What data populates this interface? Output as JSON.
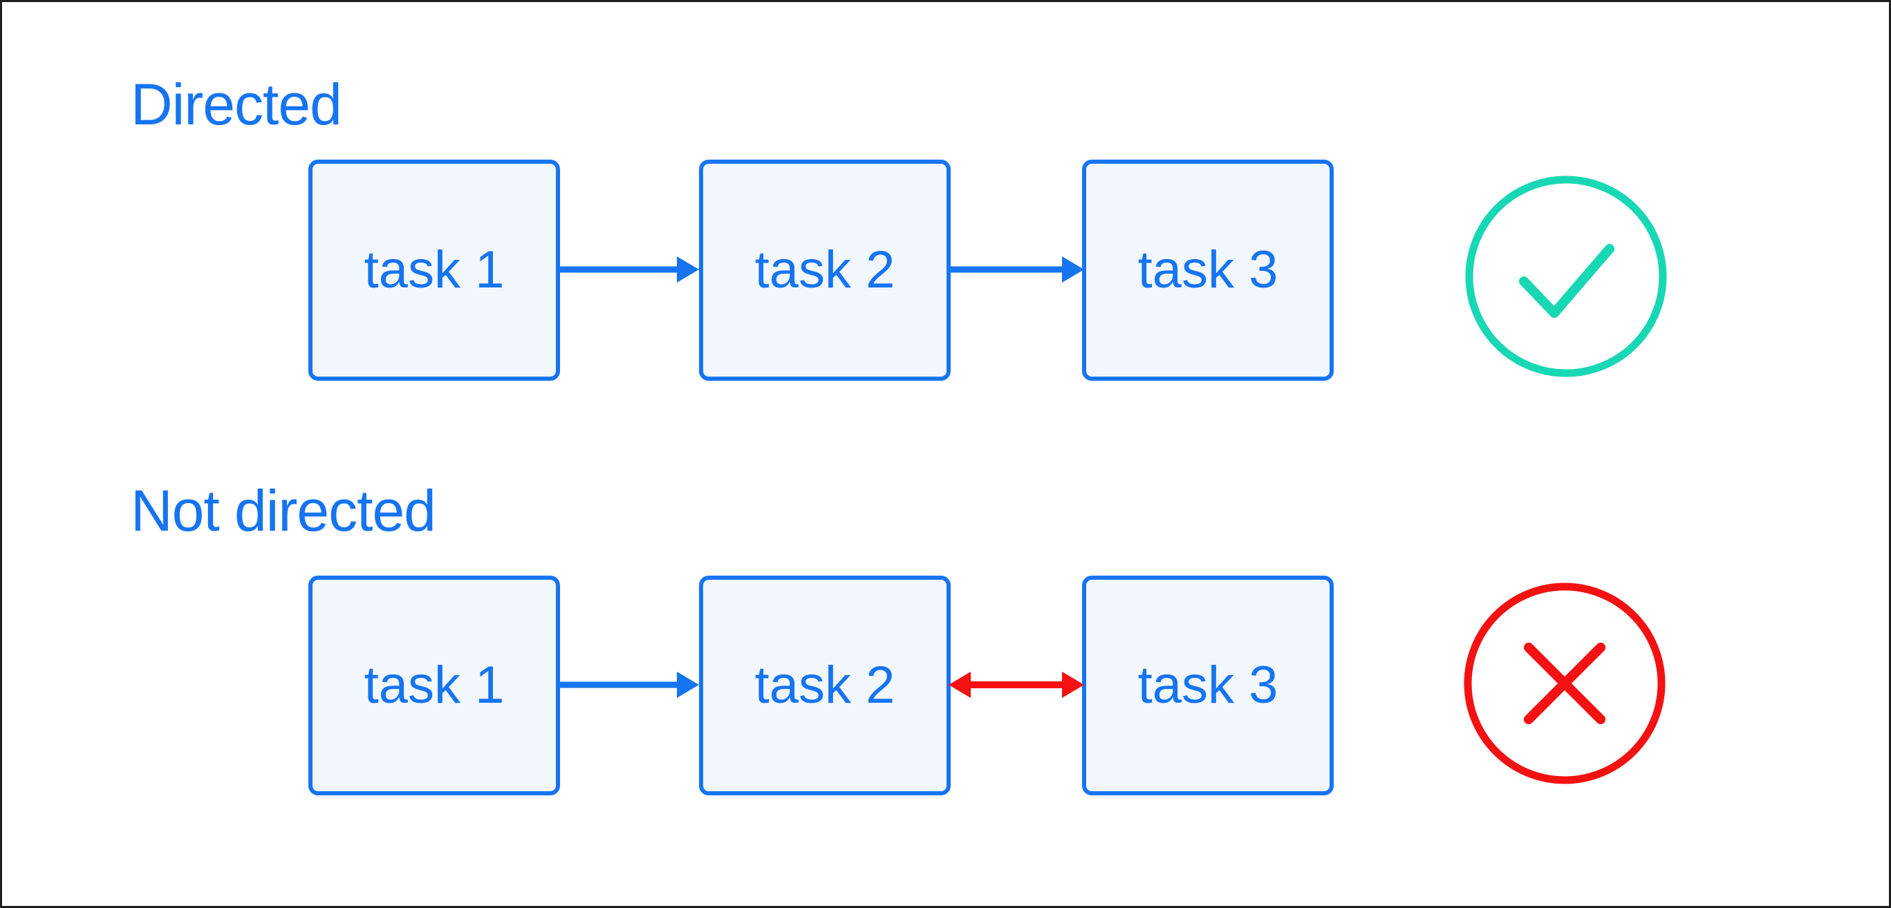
{
  "colors": {
    "blue": "#1674f1",
    "box_fill": "#f1f7fd",
    "teal": "#18d7b4",
    "red": "#f31111",
    "frame": "#1f1f1f",
    "canvas_bg": "#ffffff"
  },
  "sections": [
    {
      "label": "Directed",
      "nodes": [
        "task 1",
        "task 2",
        "task 3"
      ],
      "edges": [
        {
          "from": "task 1",
          "to": "task 2",
          "style": "directed",
          "color": "blue"
        },
        {
          "from": "task 2",
          "to": "task 3",
          "style": "directed",
          "color": "blue"
        }
      ],
      "verdict": "allowed",
      "verdict_icon": "check-circle-icon"
    },
    {
      "label": "Not directed",
      "nodes": [
        "task 1",
        "task 2",
        "task 3"
      ],
      "edges": [
        {
          "from": "task 1",
          "to": "task 2",
          "style": "directed",
          "color": "blue"
        },
        {
          "from": "task 2",
          "to": "task 3",
          "style": "bidirectional",
          "color": "red"
        }
      ],
      "verdict": "not-allowed",
      "verdict_icon": "cross-circle-icon"
    }
  ]
}
